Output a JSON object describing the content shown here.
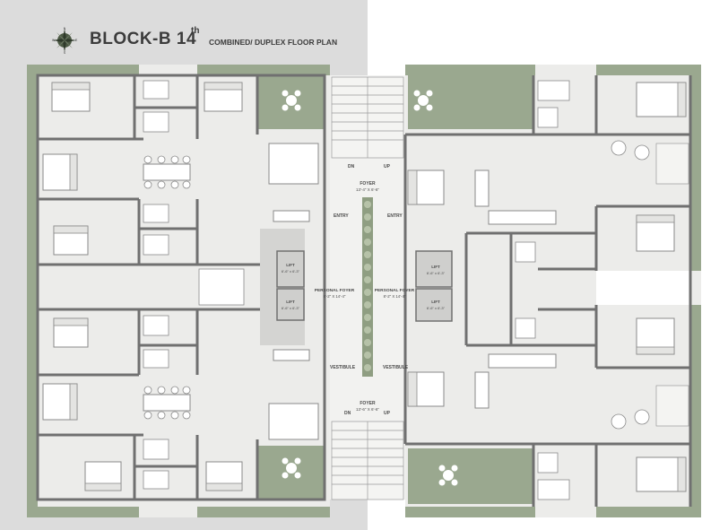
{
  "title": {
    "block": "BLOCK-B 14",
    "superscript": "th",
    "subtitle": "COMBINED/ DUPLEX FLOOR PLAN"
  },
  "compass": {
    "n": "N",
    "s": "S",
    "e": "E",
    "w": "W"
  },
  "labels": {
    "foyer_top": "FOYER",
    "foyer_top_dim": "13'-4\" X 6'-6\"",
    "foyer_bottom": "FOYER",
    "foyer_bottom_dim": "13'-6\" X 6'-6\"",
    "dn": "DN",
    "up": "UP",
    "entry": "ENTRY",
    "lift": "LIFT",
    "lift_dim": "6'-6\" x 6'-3\"",
    "personal_foyer": "PERSONAL FOYER",
    "personal_foyer_left_dim": "8'-2\" X 14'-4\"",
    "personal_foyer_right_dim": "8'-2\" X 14'-4\"",
    "vestibule": "VESTIBULE"
  },
  "colors": {
    "wall": "#707070",
    "floor": "#ececea",
    "green": "#9aa88f",
    "background": "#dcdcdc",
    "furniture": "#ffffff",
    "text": "#3c3c3c"
  }
}
